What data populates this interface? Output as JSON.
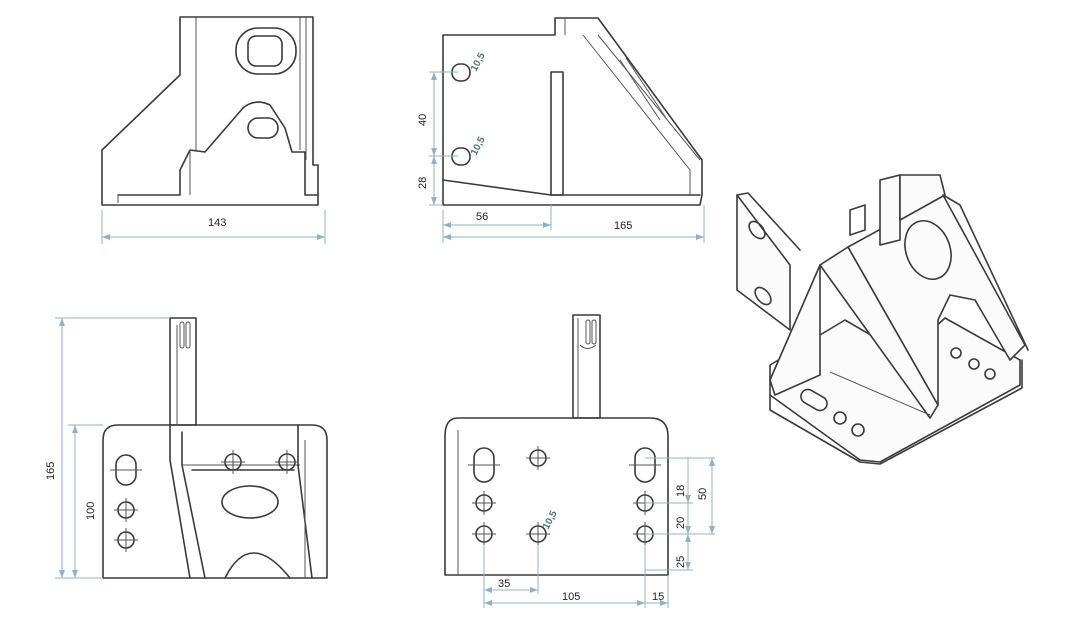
{
  "views": {
    "side_view": {
      "overall_length": "143"
    },
    "front_view": {
      "hole_height_upper": "40",
      "hole_height_lower": "28",
      "hole_diameter_upper": "10,5",
      "hole_diameter_lower": "10,5",
      "rib_offset": "56",
      "overall_length": "165"
    },
    "rear_view": {
      "overall_height": "165",
      "plate_height": "100"
    },
    "base_view": {
      "hole_diameter": "10,5",
      "spacing_18": "18",
      "spacing_50": "50",
      "spacing_20": "20",
      "spacing_25": "25",
      "spacing_35": "35",
      "spacing_105": "105",
      "spacing_15": "15"
    }
  },
  "colors": {
    "dimension_line": "#8fb3c4",
    "part_outline": "#3a3a3a",
    "hole_label": "#4a7f74"
  }
}
